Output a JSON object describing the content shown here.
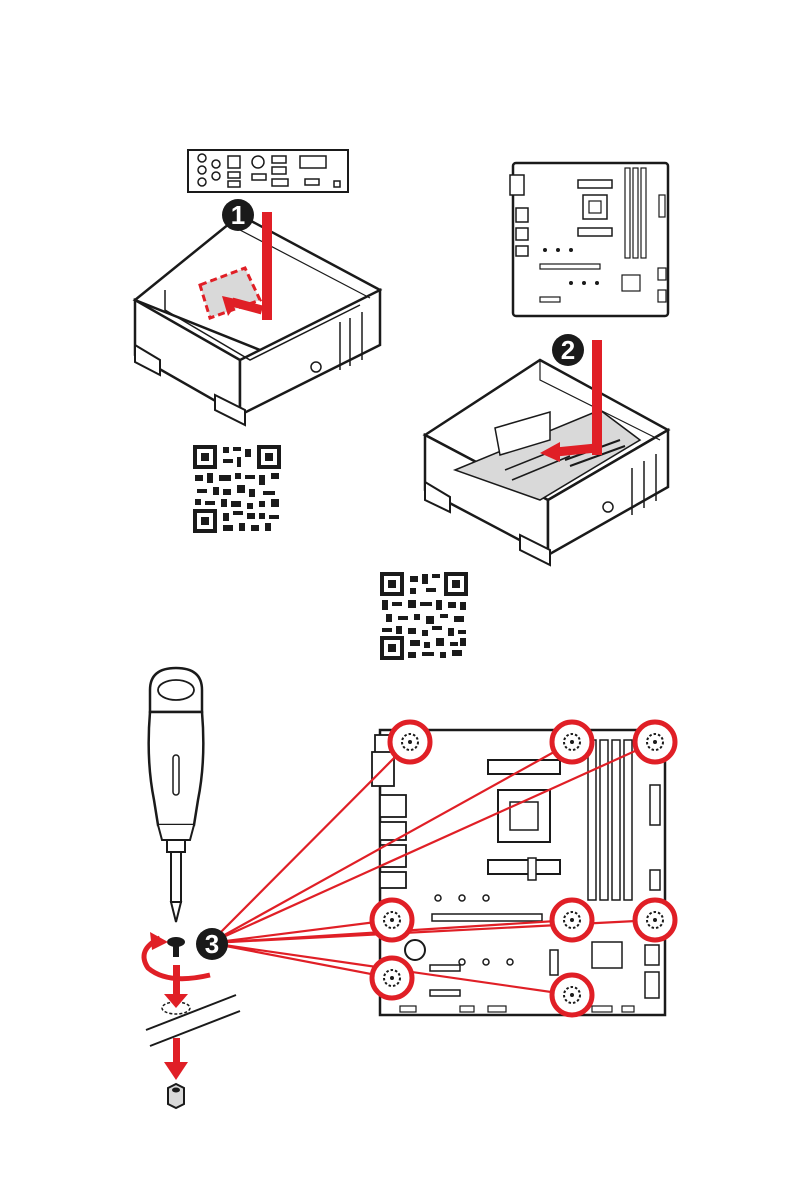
{
  "steps": [
    {
      "number": "1"
    },
    {
      "number": "2"
    },
    {
      "number": "3"
    }
  ],
  "qr_codes": [
    {
      "name": "io-shield-video-qr"
    },
    {
      "name": "motherboard-install-video-qr"
    }
  ],
  "colors": {
    "accent_red": "#e01f26",
    "ink": "#1a1a1a",
    "board_gray": "#d9d9d9",
    "white": "#ffffff"
  },
  "mounting_holes_count": 8
}
